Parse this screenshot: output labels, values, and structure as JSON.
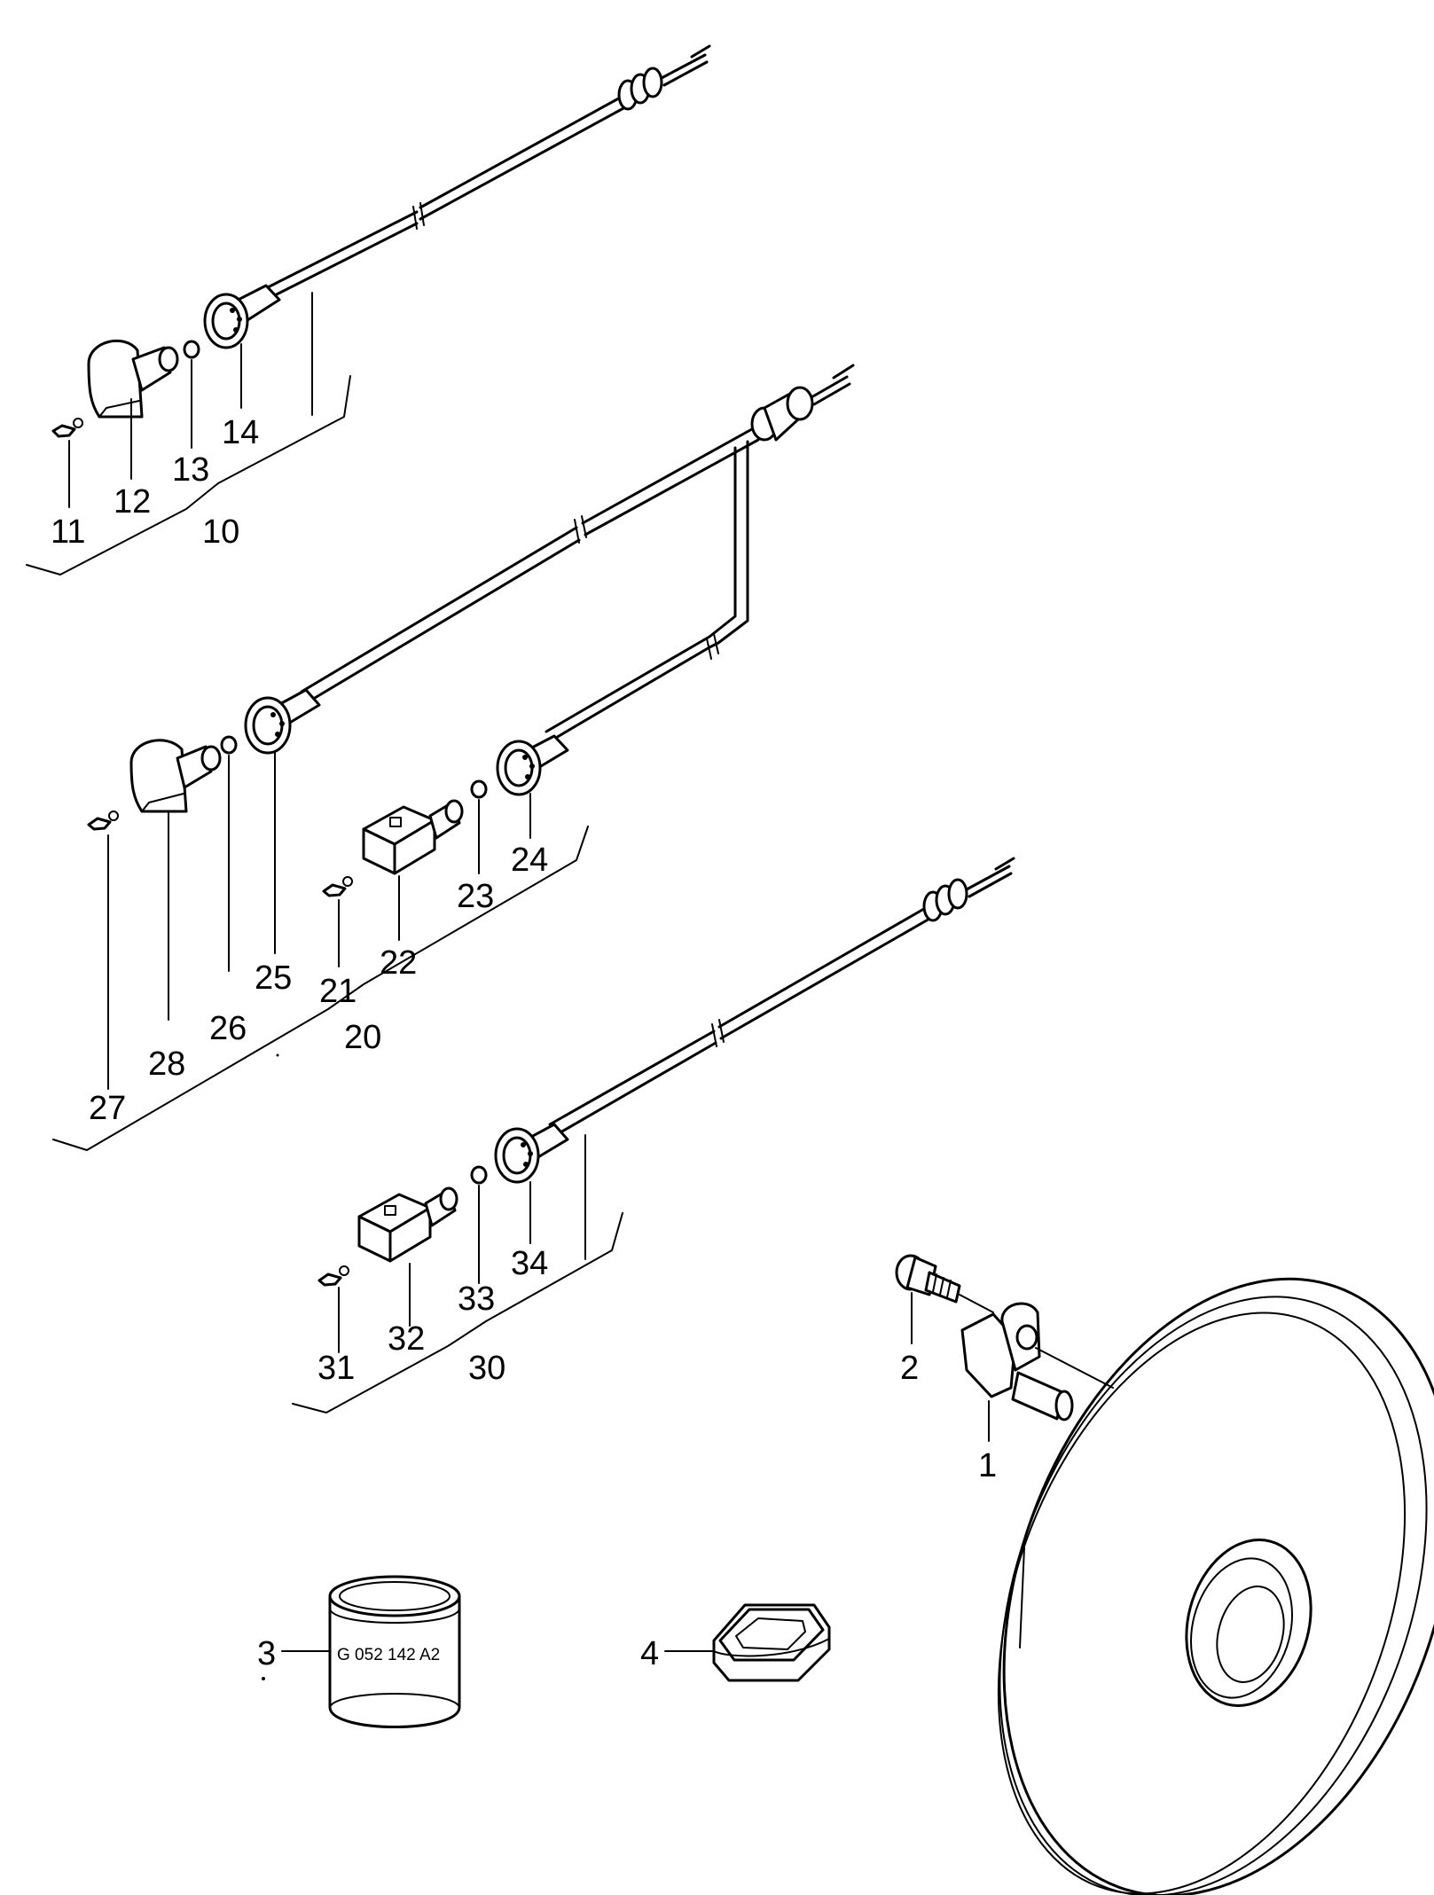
{
  "labels": {
    "l1": "1",
    "l2": "2",
    "l3": "3",
    "l4": "4",
    "l10": "10",
    "l11": "11",
    "l12": "12",
    "l13": "13",
    "l14": "14",
    "l20": "20",
    "l21": "21",
    "l22": "22",
    "l23": "23",
    "l24": "24",
    "l25": "25",
    "l26": "26",
    "l27": "27",
    "l28": "28",
    "l30": "30",
    "l31": "31",
    "l32": "32",
    "l33": "33",
    "l34": "34"
  },
  "grease_can_marking": "G 052 142 A2"
}
